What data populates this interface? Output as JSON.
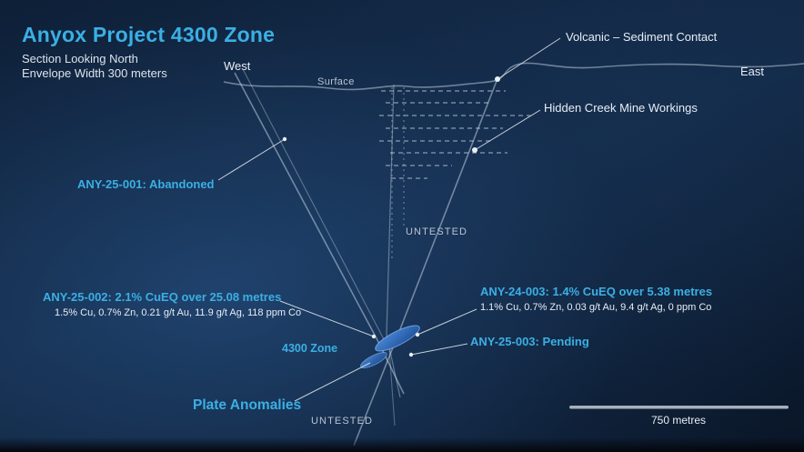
{
  "header": {
    "title": "Anyox Project 4300 Zone",
    "subtitle_line1": "Section Looking North",
    "subtitle_line2": "Envelope Width 300 meters"
  },
  "compass": {
    "west": "West",
    "east": "East"
  },
  "surface_label": "Surface",
  "untested_upper": "UNTESTED",
  "untested_lower": "UNTESTED",
  "annotations": {
    "volcanic_contact": "Volcanic – Sediment Contact",
    "mine_workings": "Hidden Creek Mine Workings",
    "hole_any25_001": "ANY-25-001: Abandoned",
    "hole_any25_002": {
      "headline": "ANY-25-002: 2.1% CuEQ over 25.08 metres",
      "assay": "1.5% Cu, 0.7% Zn, 0.21 g/t Au, 11.9 g/t Ag, 118 ppm Co"
    },
    "hole_any24_003": {
      "headline": "ANY-24-003: 1.4% CuEQ over 5.38 metres",
      "assay": "1.1% Cu, 0.7% Zn, 0.03 g/t Au, 9.4 g/t Ag, 0 ppm Co"
    },
    "zone": "4300 Zone",
    "hole_any25_003": "ANY-25-003: Pending",
    "plate_anomalies": "Plate Anomalies"
  },
  "scale_bar": {
    "label": "750 metres"
  },
  "colors": {
    "accent_cyan": "#3BAFE4",
    "text_white": "#E7EDF3",
    "text_muted": "#BAC4CF",
    "plate_blue": "#2E6FC0",
    "background_navy": "#122945"
  }
}
